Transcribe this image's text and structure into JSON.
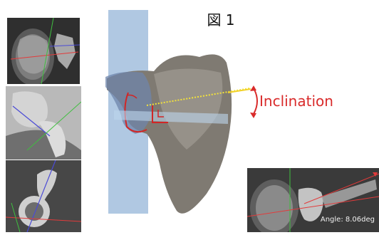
{
  "figure": {
    "title": "図 1",
    "annotation_label": "Inclination",
    "ct_panels": {
      "bottom_right_readout": "Angle: 8.06deg"
    }
  }
}
